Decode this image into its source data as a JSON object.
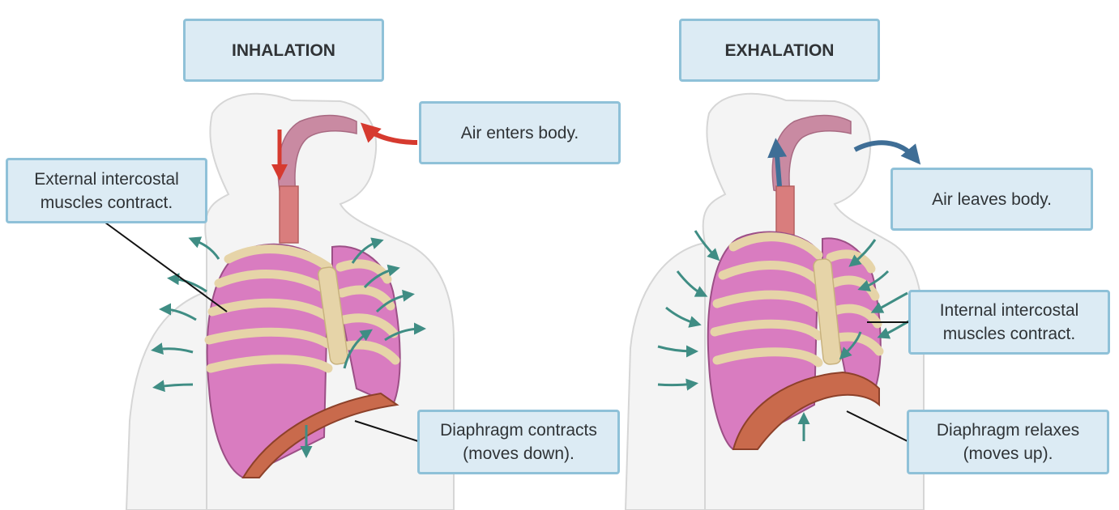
{
  "titles": {
    "inhalation": "INHALATION",
    "exhalation": "EXHALATION"
  },
  "labels": {
    "air_enters": "Air enters body.",
    "external_line1": "External intercostal",
    "external_line2": "muscles contract.",
    "diaphragm_contracts_line1": "Diaphragm contracts",
    "diaphragm_contracts_line2": "(moves down).",
    "air_leaves": "Air leaves body.",
    "internal_line1": "Internal intercostal",
    "internal_line2": "muscles contract.",
    "diaphragm_relaxes_line1": "Diaphragm relaxes",
    "diaphragm_relaxes_line2": "(moves up)."
  },
  "colors": {
    "box_fill": "#dcebf4",
    "box_border": "#8fc1d8",
    "lung": "#d97cc0",
    "rib": "#e6d4a8",
    "cartilage": "#a9d6ea",
    "diaphragm": "#c96a4c",
    "inhale_arrow": "#d63a2f",
    "exhale_arrow": "#3f6e96",
    "chest_arrow": "#3f8d84",
    "body_outline": "#d6d6d6"
  }
}
